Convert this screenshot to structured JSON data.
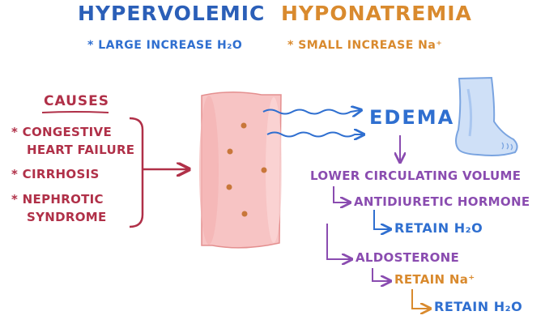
{
  "header": {
    "title_left": "HYPERVOLEMIC",
    "title_right": "HYPONATREMIA",
    "sub_left": "* LARGE INCREASE H₂O",
    "sub_right": "* SMALL INCREASE Na⁺"
  },
  "causes": {
    "heading": "CAUSES",
    "items": [
      "* CONGESTIVE",
      "HEART FAILURE",
      "* CIRRHOSIS",
      "* NEPHROTIC",
      "SYNDROME"
    ]
  },
  "flow": {
    "edema": "EDEMA",
    "lower_volume": "LOWER CIRCULATING VOLUME",
    "adh": "ANTIDIURETIC HORMONE",
    "retain_h2o_1": "RETAIN H₂O",
    "aldosterone": "ALDOSTERONE",
    "retain_na": "RETAIN Na⁺",
    "retain_h2o_2": "RETAIN H₂O"
  },
  "colors": {
    "title_left": "#2b5fb8",
    "title_right": "#d98a2e",
    "causes": "#b03048",
    "purple": "#8a4cb0",
    "blue": "#2f6fd0",
    "orange": "#d98a2e",
    "vessel_fill": "#f7c4c4",
    "vessel_edge": "#e48f8f",
    "dot": "#c8773a",
    "foot_fill": "#cfe0f7",
    "foot_edge": "#7aa4e0"
  },
  "icons": [
    "blood-vessel-icon",
    "swollen-foot-icon",
    "arrow-icon",
    "water-flow-icon"
  ]
}
